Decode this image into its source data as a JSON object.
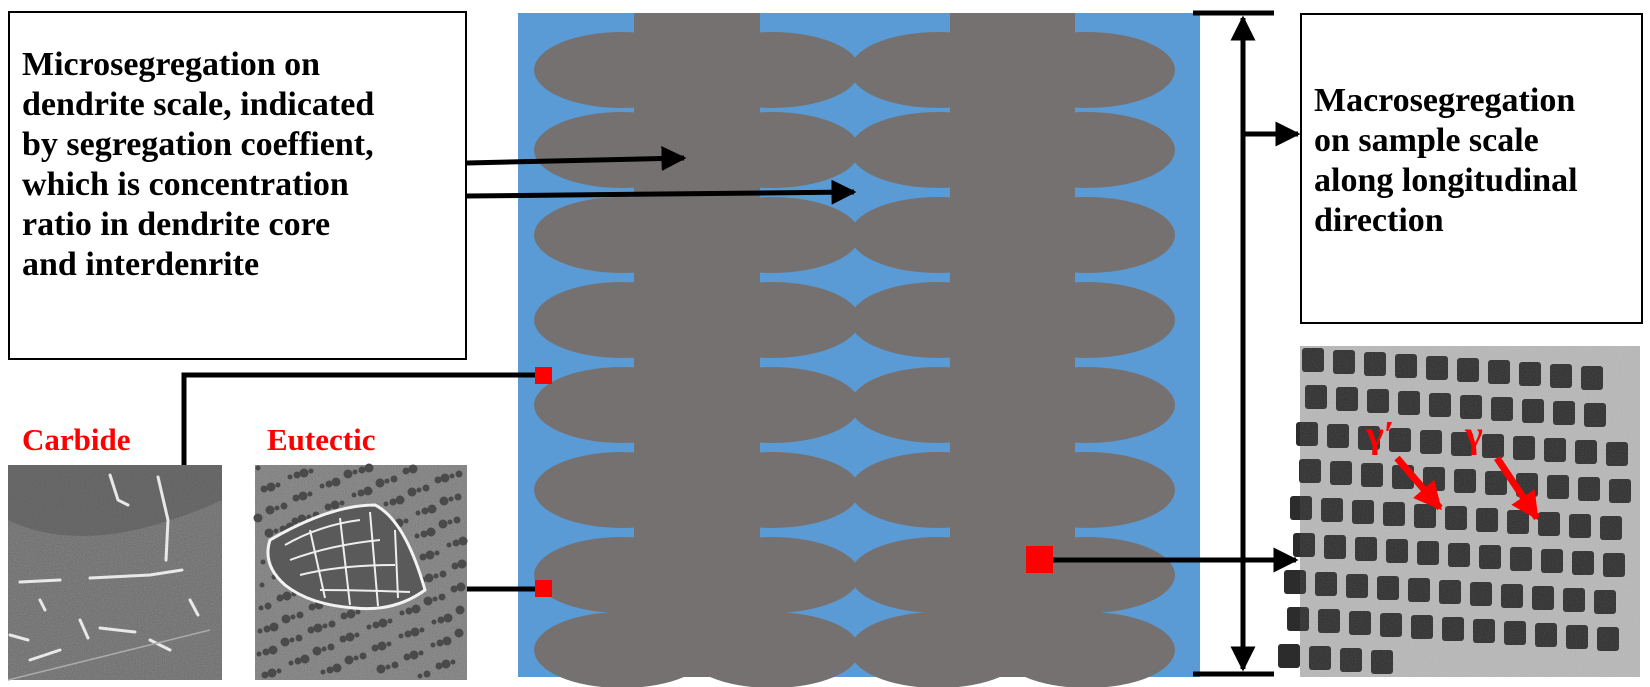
{
  "micro_box": {
    "lines": [
      "Microsegregation on",
      "dendrite scale, indicated",
      "by segregation coeffient,",
      "which is concentration",
      "ratio  in dendrite core",
      "and interdenrite"
    ]
  },
  "macro_box": {
    "lines": [
      "Macrosegregation",
      "on sample scale",
      "along longitudinal",
      "direction"
    ]
  },
  "labels": {
    "carbide": "Carbide",
    "eutectic": "Eutectic",
    "gamma_prime": "γ′",
    "gamma": "γ"
  },
  "colors": {
    "liquid_blue": "#5b9bd5",
    "dendrite_gray": "#767171",
    "marker_red": "#ff0000",
    "text_red": "#ff0000",
    "line_black": "#000000"
  }
}
